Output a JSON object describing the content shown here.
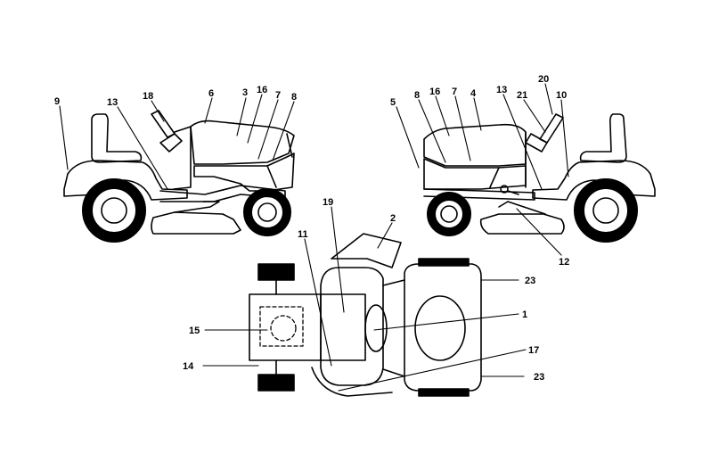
{
  "diagram": {
    "stroke_color": "#000000",
    "fill_color": "#ffffff",
    "callouts": {
      "left_view": [
        "9",
        "13",
        "18",
        "6",
        "3",
        "16",
        "7",
        "8"
      ],
      "right_view": [
        "5",
        "8",
        "16",
        "7",
        "4",
        "13",
        "21",
        "20",
        "10",
        "12"
      ],
      "top_view": [
        "19",
        "2",
        "11",
        "23",
        "1",
        "15",
        "14",
        "17",
        "23"
      ]
    }
  }
}
